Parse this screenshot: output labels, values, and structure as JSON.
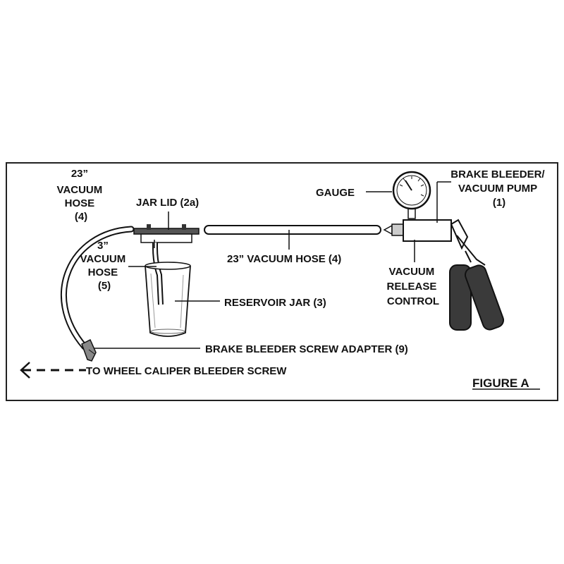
{
  "labels": {
    "hose_long_left": [
      "23”",
      "VACUUM",
      "HOSE",
      "(4)"
    ],
    "jar_lid": "JAR LID (2a)",
    "hose_short": [
      "3”",
      "VACUUM",
      "HOSE",
      "(5)"
    ],
    "hose_middle": "23” VACUUM HOSE (4)",
    "reservoir_jar": "RESERVOIR JAR (3)",
    "gauge": "GAUGE",
    "pump": [
      "BRAKE BLEEDER/",
      "VACUUM PUMP",
      "(1)"
    ],
    "release_control": [
      "VACUUM",
      "RELEASE",
      "CONTROL"
    ],
    "adapter": "BRAKE BLEEDER SCREW ADAPTER (9)",
    "caliper": "TO WHEEL CALIPER BLEEDER SCREW",
    "figure": "FIGURE A"
  },
  "colors": {
    "ink": "#111111",
    "paper": "#ffffff",
    "handle": "#3a3a3a"
  }
}
